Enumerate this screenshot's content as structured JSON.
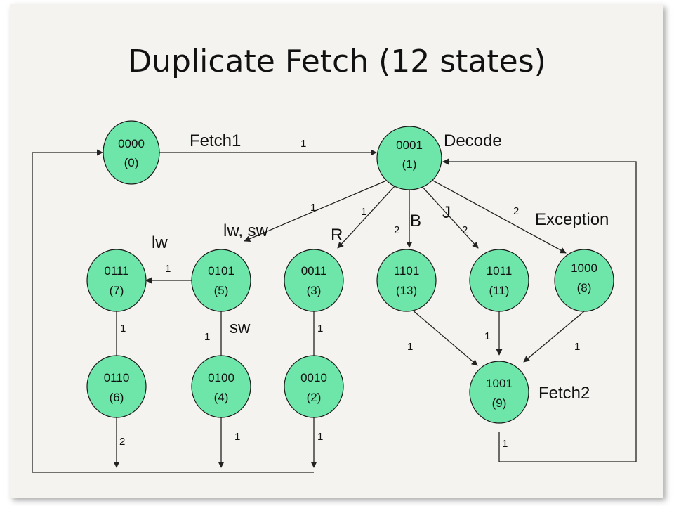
{
  "title": "Duplicate Fetch (12 states)",
  "colors": {
    "state_fill": "#6ee6aa",
    "background": "#f4f3ef"
  },
  "states": [
    {
      "id": "s0",
      "code": "0000",
      "num": "(0)"
    },
    {
      "id": "s1",
      "code": "0001",
      "num": "(1)"
    },
    {
      "id": "s7",
      "code": "0111",
      "num": "(7)"
    },
    {
      "id": "s5",
      "code": "0101",
      "num": "(5)"
    },
    {
      "id": "s3",
      "code": "0011",
      "num": "(3)"
    },
    {
      "id": "s13",
      "code": "1101",
      "num": "(13)"
    },
    {
      "id": "s11",
      "code": "1011",
      "num": "(11)"
    },
    {
      "id": "s8",
      "code": "1000",
      "num": "(8)"
    },
    {
      "id": "s6",
      "code": "0110",
      "num": "(6)"
    },
    {
      "id": "s4",
      "code": "0100",
      "num": "(4)"
    },
    {
      "id": "s2",
      "code": "0010",
      "num": "(2)"
    },
    {
      "id": "s9",
      "code": "1001",
      "num": "(9)"
    }
  ],
  "phase_labels": {
    "fetch1": "Fetch1",
    "decode": "Decode",
    "fetch2": "Fetch2",
    "exception": "Exception",
    "lw_sw": "lw, sw",
    "lw": "lw",
    "sw": "sw",
    "r": "R",
    "b": "B",
    "j": "J"
  },
  "transition_labels": {
    "s0_s1": "1",
    "s1_s5": "1",
    "s1_s3": "1",
    "s1_s13": "2",
    "s1_s11": "2",
    "s1_s8": "2",
    "s5_s7": "1",
    "s5_s4": "1",
    "s7_s6": "1",
    "s3_s2": "1",
    "s13_s9": "1",
    "s11_s9": "1",
    "s8_s9": "1",
    "s6_ret": "2",
    "s4_ret": "1",
    "s2_ret": "1",
    "s9_ret": "1"
  }
}
